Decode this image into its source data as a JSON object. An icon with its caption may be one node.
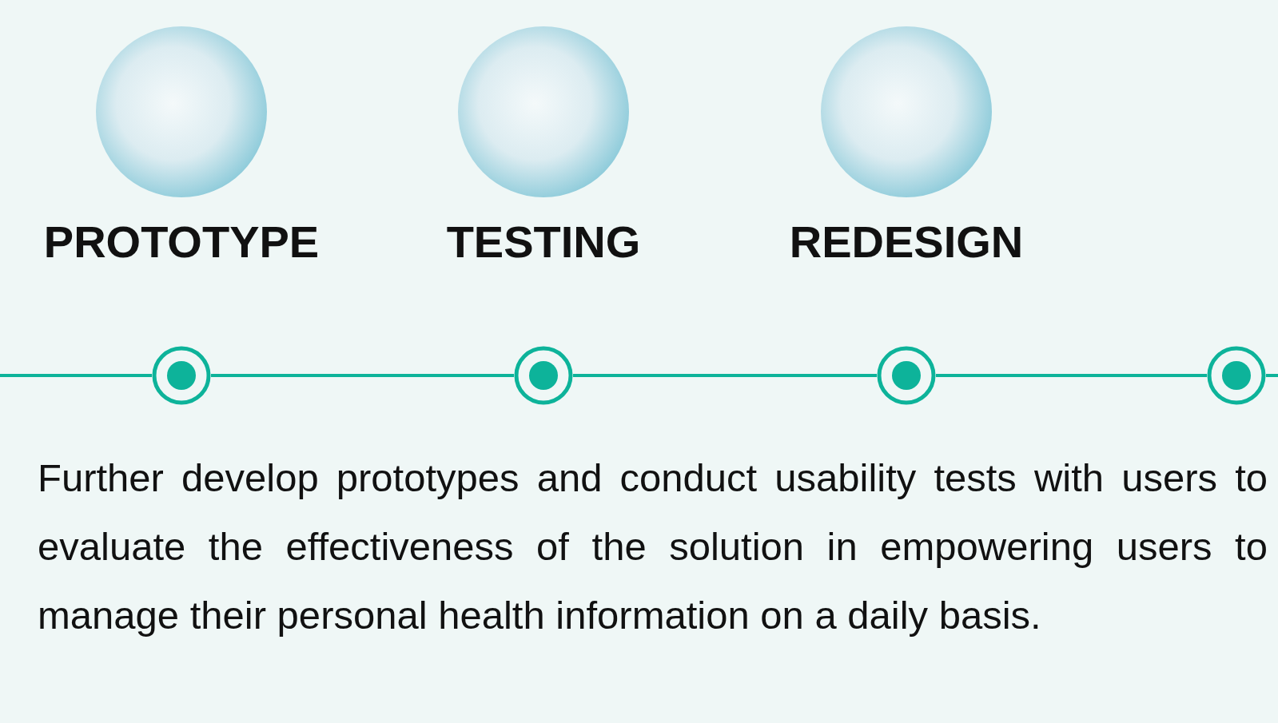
{
  "diagram": {
    "nodes": [
      {
        "text": [
          "PROTOTYPE"
        ]
      },
      {
        "text": [
          "TESTING"
        ]
      },
      {
        "text": [
          "REDESIGN"
        ]
      },
      {
        "text": [],
        "shape": "circle"
      },
      {
        "text": [],
        "shape": "circle"
      },
      {
        "text": [],
        "shape": "circle"
      },
      {
        "text": [],
        "shape": "circle"
      }
    ],
    "edges": [
      {
        "from": null,
        "to": 3,
        "arrow": "none"
      },
      {
        "from": 3,
        "to": 4,
        "arrow": "none"
      },
      {
        "from": 4,
        "to": 5,
        "arrow": "none"
      },
      {
        "from": 5,
        "to": 6,
        "arrow": "none"
      },
      {
        "from": 6,
        "to": null,
        "arrow": "none"
      }
    ],
    "labels": [
      "Further develop prototypes and conduct usability tests with users to evaluate the effectiveness of the solution in empowering users to manage their personal health information on a daily basis."
    ]
  }
}
